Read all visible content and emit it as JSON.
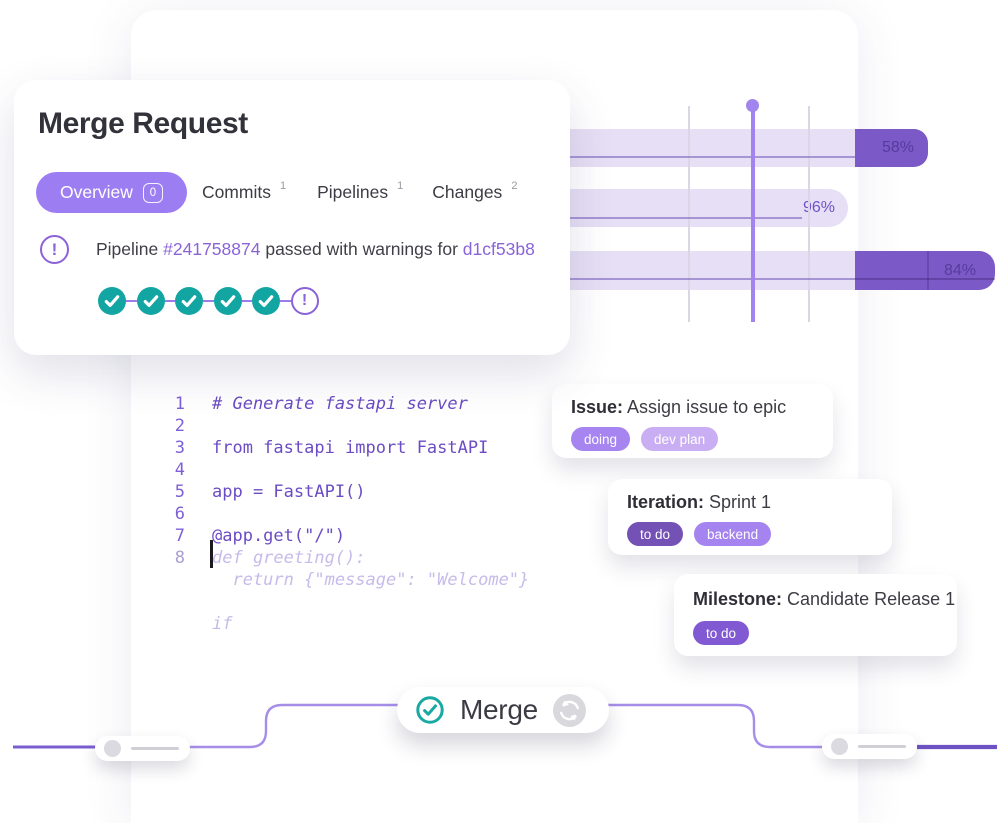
{
  "merge_request_card": {
    "title": "Merge Request",
    "tabs": [
      {
        "label": "Overview",
        "badge": "0"
      },
      {
        "label": "Commits",
        "count": "1"
      },
      {
        "label": "Pipelines",
        "count": "1"
      },
      {
        "label": "Changes",
        "count": "2"
      }
    ],
    "status": {
      "icon": "!",
      "prefix": "Pipeline ",
      "pipeline_id": "#241758874",
      "middle": " passed with warnings for ",
      "commit": "d1cf53b8"
    },
    "stages": {
      "passed_count": 5,
      "warning_glyph": "!"
    }
  },
  "gantt": {
    "bars": [
      {
        "progress_label": "58%"
      },
      {
        "progress_label": "96%"
      },
      {
        "progress_label": "84%"
      }
    ]
  },
  "code": {
    "lines": [
      {
        "num": "1",
        "text": "# Generate fastapi server"
      },
      {
        "num": "2",
        "text": ""
      },
      {
        "num": "3",
        "text": "from fastapi import FastAPI"
      },
      {
        "num": "4",
        "text": ""
      },
      {
        "num": "5",
        "text": "app = FastAPI()"
      },
      {
        "num": "6",
        "text": ""
      },
      {
        "num": "7",
        "text": "@app.get(\"/\")"
      },
      {
        "num": "8",
        "text": "def greeting():"
      },
      {
        "num": "",
        "text": "  return {\"message\": \"Welcome\"}"
      },
      {
        "num": "",
        "text": ""
      },
      {
        "num": "",
        "text": "if"
      }
    ]
  },
  "cards": {
    "issue": {
      "label": "Issue:",
      "title": " Assign issue to epic",
      "chips": [
        {
          "text": "doing",
          "color": "#a685f0"
        },
        {
          "text": "dev plan",
          "color": "#caaef4"
        }
      ]
    },
    "iteration": {
      "label": "Iteration:",
      "title": " Sprint 1",
      "chips": [
        {
          "text": "to do",
          "color": "#7451b4"
        },
        {
          "text": "backend",
          "color": "#a584ef"
        }
      ]
    },
    "milestone": {
      "label": "Milestone:",
      "title": " Candidate Release 1",
      "chips": [
        {
          "text": "to do",
          "color": "#8159d2"
        }
      ]
    }
  },
  "merge_button": {
    "label": "Merge"
  },
  "colors": {
    "accent_purple": "#8a63d9",
    "tab_pill": "#9d7ef2",
    "bar_light": "#e6dff5",
    "bar_dark": "#7b5ac8",
    "timeline_line": "#a284ef",
    "teal_success": "#12a5a2",
    "code_solid": "#6b4cc4",
    "code_ghost": "#c7bbea"
  }
}
